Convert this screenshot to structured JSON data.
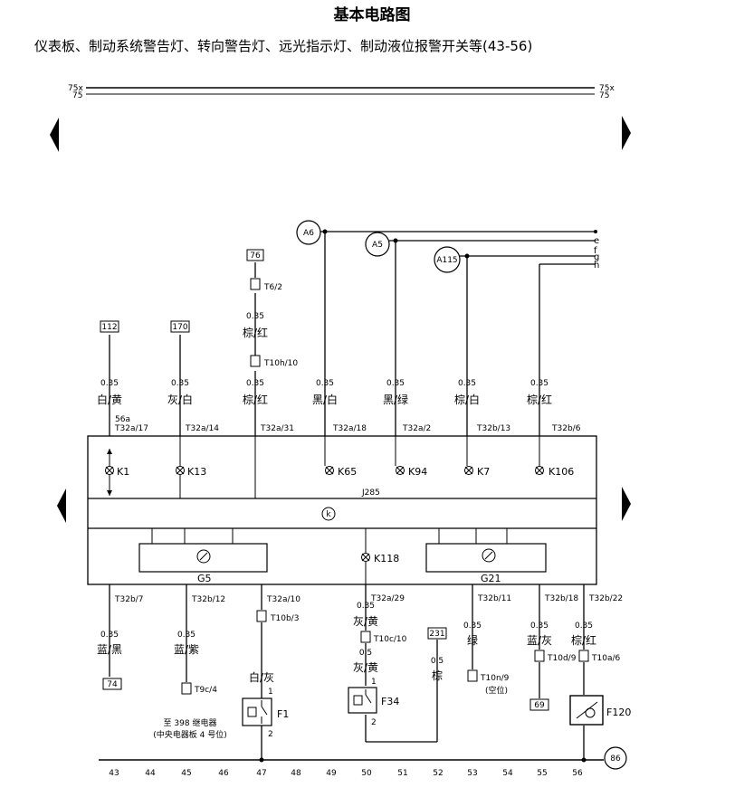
{
  "header": {
    "title": "基本电路图",
    "subtitle": "仪表板、制动系统警告灯、转向警告灯、远光指示灯、制动液位报警开关等(43-56)"
  },
  "rails": {
    "r75x": "75x",
    "r75": "75"
  },
  "ground_points": {
    "a6": "A6",
    "a5": "A5",
    "a115": "A115",
    "g86": "86"
  },
  "bus_letters": {
    "e": "e",
    "f": "f",
    "g": "g",
    "h": "h"
  },
  "top_wires": [
    {
      "box": "112",
      "size": "0.35",
      "color": "白/黄",
      "pin": "T32a/17",
      "pin_extra": "56a",
      "lamp": "K1"
    },
    {
      "box": "170",
      "size": "0.35",
      "color": "灰/白",
      "pin": "T32a/14",
      "lamp": "K13"
    },
    {
      "box": "76",
      "conn1": "T6/2",
      "size1": "0.35",
      "color1": "棕/红",
      "conn2": "T10h/10",
      "size": "0.35",
      "color": "棕/红",
      "pin": "T32a/31"
    },
    {
      "size": "0.35",
      "color": "黑/白",
      "pin": "T32a/18",
      "lamp": "K65"
    },
    {
      "size": "0.35",
      "color": "黑/绿",
      "pin": "T32a/2",
      "lamp": "K94"
    },
    {
      "size": "0.35",
      "color": "棕/白",
      "pin": "T32b/13",
      "lamp": "K7"
    },
    {
      "size": "0.35",
      "color": "棕/红",
      "pin": "T32b/6",
      "lamp": "K106"
    }
  ],
  "cluster": {
    "name": "J285",
    "k_symbol": "k",
    "gauge_left": "G5",
    "gauge_right": "G21",
    "lamp_mid": "K118"
  },
  "bottom_wires": [
    {
      "pin": "T32b/7",
      "size": "0.35",
      "color": "蓝/黑",
      "box": "74"
    },
    {
      "pin": "T32b/12",
      "size": "0.35",
      "color": "蓝/紫",
      "conn": "T9c/4",
      "note1": "至 398 继电器",
      "note2": "(中央电器板 4 号位)"
    },
    {
      "pin": "T32a/10",
      "conn": "T10b/3",
      "color": "白/灰",
      "comp": "F1",
      "p1": "1",
      "p2": "2"
    },
    {
      "pin": "T32a/29",
      "size": "0.35",
      "color": "灰/黄",
      "conn": "T10c/10",
      "size2": "0.5",
      "color2": "灰/黄",
      "comp": "F34",
      "p1": "1",
      "p2": "2"
    },
    {
      "box": "231",
      "size": "0.5",
      "color": "棕"
    },
    {
      "pin": "T32b/11",
      "size": "0.35",
      "color": "绿",
      "conn": "T10n/9",
      "note": "(空位)"
    },
    {
      "pin": "T32b/18",
      "size": "0.35",
      "color": "蓝/灰",
      "conn": "T10d/9",
      "box": "69"
    },
    {
      "pin": "T32b/22",
      "size": "0.35",
      "color": "棕/红",
      "conn": "T10a/6",
      "comp": "F120"
    }
  ],
  "columns": [
    "43",
    "44",
    "45",
    "46",
    "47",
    "48",
    "49",
    "50",
    "51",
    "52",
    "53",
    "54",
    "55",
    "56"
  ]
}
